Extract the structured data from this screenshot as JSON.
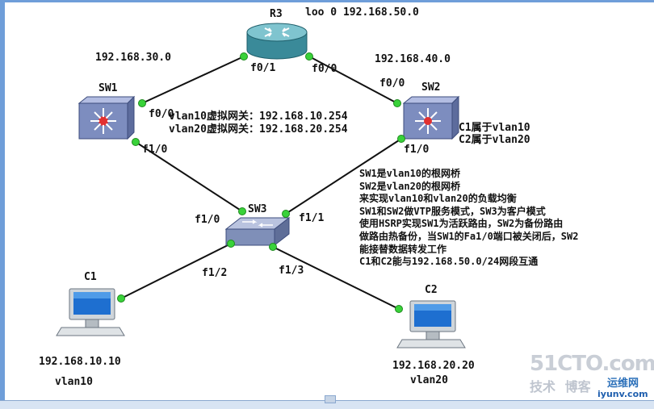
{
  "devices": {
    "r3": {
      "name": "R3",
      "loopback": "loo 0 192.168.50.0"
    },
    "sw1": {
      "name": "SW1"
    },
    "sw2": {
      "name": "SW2",
      "note1": "C1属于vlan10",
      "note2": "C2属于vlan20"
    },
    "sw3": {
      "name": "SW3"
    },
    "c1": {
      "name": "C1",
      "ip": "192.168.10.10",
      "vlan": "vlan10"
    },
    "c2": {
      "name": "C2",
      "ip": "192.168.20.20",
      "vlan": "vlan20"
    }
  },
  "networks": {
    "left": "192.168.30.0",
    "right": "192.168.40.0"
  },
  "gateways": {
    "vlan10": "vlan10虚拟网关：192.168.10.254",
    "vlan20": "vlan20虚拟网关：192.168.20.254"
  },
  "ports": {
    "r3_f01": "f0/1",
    "r3_f00": "f0/0",
    "sw1_f00": "f0/0",
    "sw1_f10": "f1/0",
    "sw2_f00": "f0/0",
    "sw2_f10": "f1/0",
    "sw3_f10": "f1/0",
    "sw3_f11": "f1/1",
    "sw3_f12": "f1/2",
    "sw3_f13": "f1/3"
  },
  "notes": [
    "SW1是vlan10的根网桥",
    "SW2是vlan20的根网桥",
    "来实现vlan10和vlan20的负载均衡",
    "SW1和SW2做VTP服务模式，SW3为客户模式",
    "使用HSRP实现SW1为活跃路由，SW2为备份路由",
    "做路由热备份，当SW1的Fa1/0端口被关闭后，SW2",
    "能接替数据转发工作",
    "C1和C2能与192.168.50.0/24网段互通"
  ],
  "watermark": {
    "big": "51CTO.com",
    "left": "技术",
    "mid": "博客",
    "brand": "运维网",
    "url": "iyunv.com"
  },
  "colors": {
    "link": "#111111",
    "port_dot": "#39d239",
    "router": "#3f8f9e",
    "switch": "#8a98c8",
    "computer": "#9aa4ad"
  }
}
